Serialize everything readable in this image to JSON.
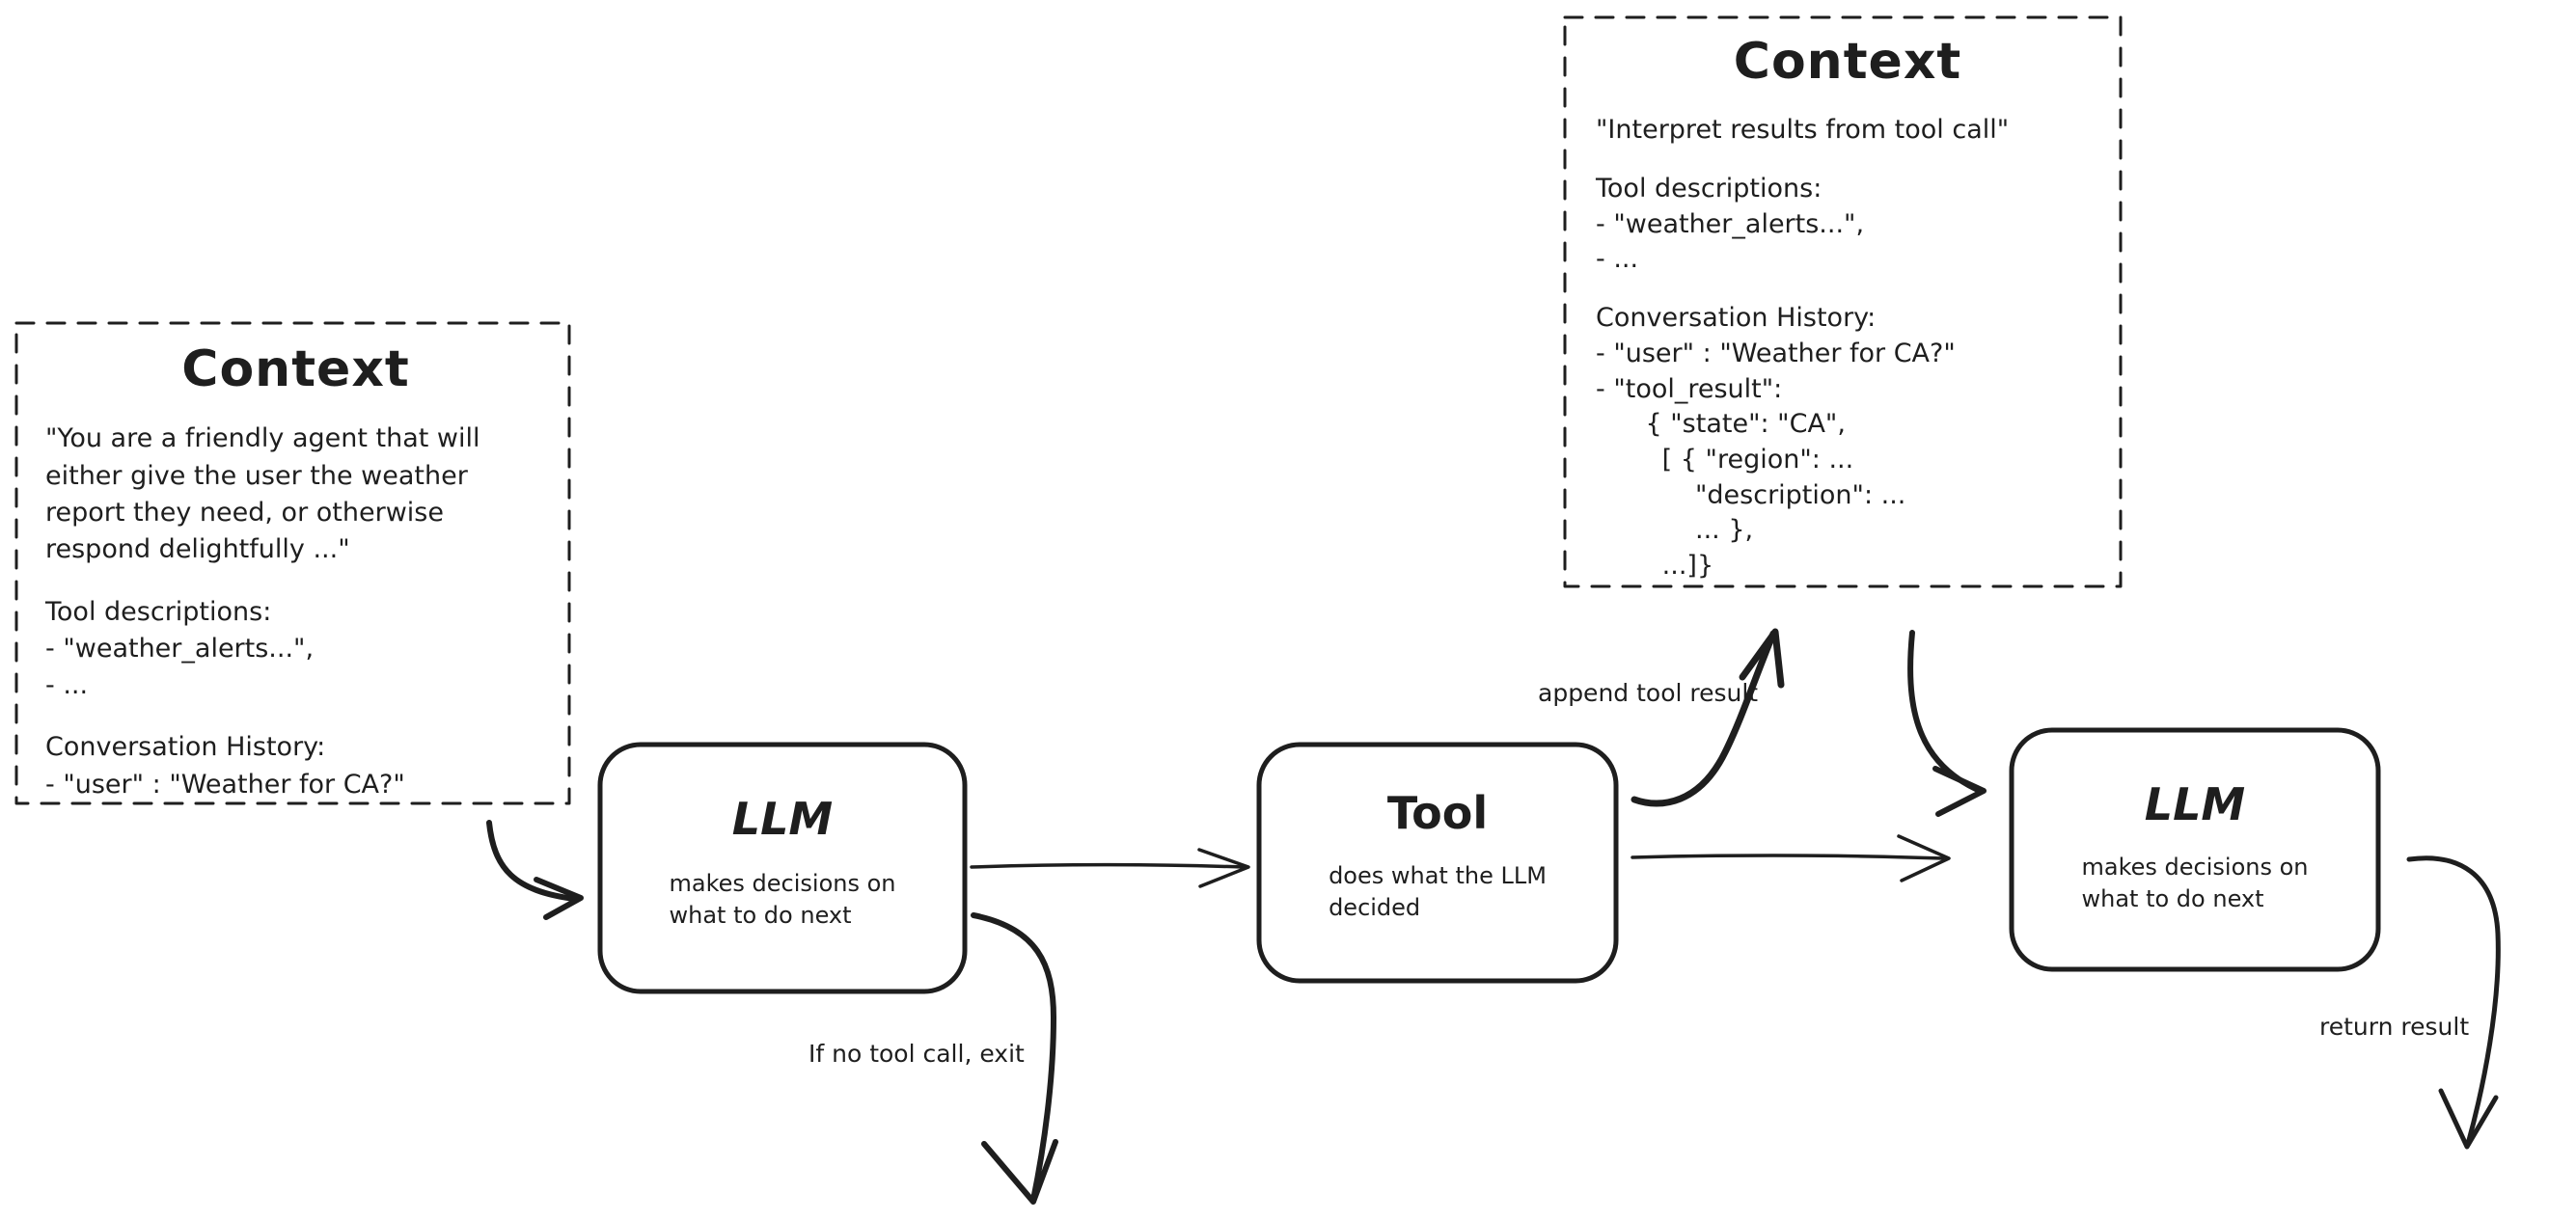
{
  "page": {
    "background": "#ffffff",
    "ink_color": "#1e1e1e"
  },
  "left_context": {
    "title": "Context",
    "system_prompt": "\"You are a friendly agent that will\neither give the user the weather\nreport they need, or otherwise\nrespond delightfully ...\"",
    "tool_descriptions": "Tool descriptions:\n- \"weather_alerts...\",\n- ...",
    "conversation_history": "Conversation History:\n- \"user\" : \"Weather for CA?\""
  },
  "top_context": {
    "title": "Context",
    "instruction": "\"Interpret results from tool call\"",
    "tool_descriptions": "Tool descriptions:\n- \"weather_alerts...\",\n- ...",
    "conversation_history": "Conversation History:\n- \"user\" : \"Weather for CA?\"\n- \"tool_result\":\n      { \"state\": \"CA\",\n        [ { \"region\": ...\n            \"description\": ...\n            ... },\n        ...]}"
  },
  "nodes": {
    "llm_first": {
      "title": "LLM",
      "subtitle": "makes decisions on\nwhat to do next"
    },
    "tool": {
      "title": "Tool",
      "subtitle": "does what the LLM\ndecided"
    },
    "llm_second": {
      "title": "LLM",
      "subtitle": "makes decisions on\nwhat to do next"
    }
  },
  "edge_labels": {
    "append_tool_result": "append tool result",
    "if_no_tool_call_exit": "If no tool call, exit",
    "return_result": "return result"
  }
}
